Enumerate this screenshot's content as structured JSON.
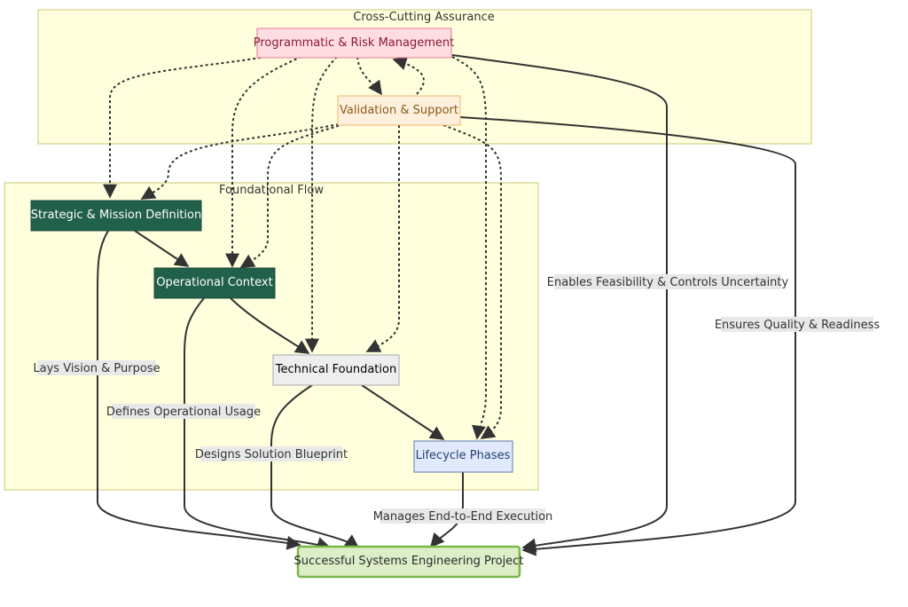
{
  "clusters": {
    "cross_cutting": {
      "title": "Cross-Cutting Assurance"
    },
    "foundational": {
      "title": "Foundational Flow"
    }
  },
  "nodes": {
    "programmatic": {
      "label": "Programmatic & Risk Management",
      "fill": "#ffdde3",
      "stroke": "#e07a8c",
      "color": "#8b1a35"
    },
    "validation": {
      "label": "Validation & Support",
      "fill": "#fff0dd",
      "stroke": "#f0b878",
      "color": "#8a5a1c"
    },
    "strategic": {
      "label": "Strategic & Mission Definition",
      "fill": "#21604a",
      "stroke": "#1a4d3b",
      "color": "#ffffff"
    },
    "operational": {
      "label": "Operational Context",
      "fill": "#21604a",
      "stroke": "#1a4d3b",
      "color": "#ffffff"
    },
    "technical": {
      "label": "Technical Foundation",
      "fill": "#eeeeee",
      "stroke": "#aaaaaa",
      "color": "#000000"
    },
    "lifecycle": {
      "label": "Lifecycle Phases",
      "fill": "#e0eafc",
      "stroke": "#5a7ab0",
      "color": "#2a3d70"
    },
    "success": {
      "label": "Successful Systems Engineering Project",
      "fill": "#dceec8",
      "stroke": "#7ab648",
      "color": "#2a2a2a"
    }
  },
  "edge_labels": {
    "lays_vision": "Lays Vision & Purpose",
    "defines_usage": "Defines Operational Usage",
    "designs_blueprint": "Designs Solution Blueprint",
    "manages_execution": "Manages End-to-End Execution",
    "enables_feasibility": "Enables Feasibility & Controls Uncertainty",
    "ensures_quality": "Ensures Quality & Readiness"
  },
  "colors": {
    "cluster_fill": "#ffffde",
    "cluster_stroke": "#c8c87a",
    "edge": "#333333"
  }
}
